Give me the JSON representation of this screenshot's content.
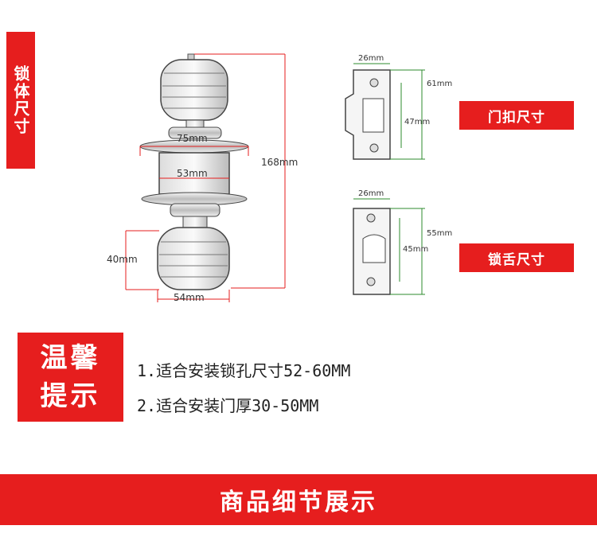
{
  "lock_body_label": "锁体尺寸",
  "strike_label": "门扣尺寸",
  "latch_label": "锁舌尺寸",
  "dimensions": {
    "rose_diameter": "75mm",
    "chassis_width": "53mm",
    "total_length": "168mm",
    "knob_length": "40mm",
    "knob_diameter": "54mm",
    "strike_width": "26mm",
    "strike_hole_spacing": "47mm",
    "strike_height": "61mm",
    "latch_width": "26mm",
    "latch_hole_spacing": "45mm",
    "latch_height": "55mm"
  },
  "tips": {
    "title_line1": "温馨",
    "title_line2": "提示",
    "line1": "1.适合安装锁孔尺寸52-60MM",
    "line2": "2.适合安装门厚30-50MM"
  },
  "footer_title": "商品细节展示",
  "colors": {
    "accent": "#e61e1e",
    "dimension_line": "#e61e1e",
    "green_line": "#2e8b2e"
  }
}
